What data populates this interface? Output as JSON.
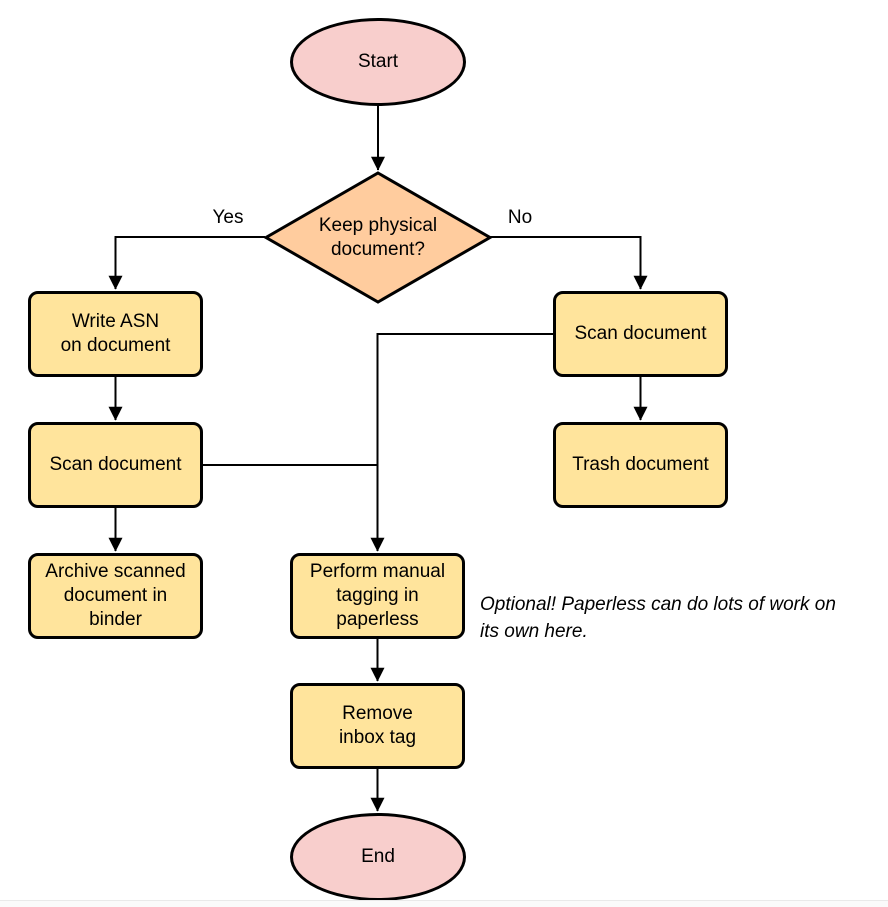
{
  "diagram": {
    "nodes": {
      "start": {
        "label": "Start"
      },
      "decision": {
        "label": "Keep physical\ndocument?"
      },
      "write_asn": {
        "label": "Write ASN\non document"
      },
      "scan_left": {
        "label": "Scan document"
      },
      "archive": {
        "label": "Archive scanned\ndocument in\nbinder"
      },
      "scan_right": {
        "label": "Scan document"
      },
      "trash": {
        "label": "Trash document"
      },
      "tagging": {
        "label": "Perform manual\ntagging in\npaperless"
      },
      "remove_inbox": {
        "label": "Remove\ninbox tag"
      },
      "end": {
        "label": "End"
      }
    },
    "edge_labels": {
      "yes": "Yes",
      "no": "No"
    },
    "annotation": "Optional! Paperless can do lots of work on\nits own here.",
    "colors": {
      "terminal_fill": "#f8cecc",
      "decision_fill": "#ffcc9e",
      "process_fill": "#ffe49c",
      "stroke": "#000000",
      "text": "#000000"
    }
  }
}
